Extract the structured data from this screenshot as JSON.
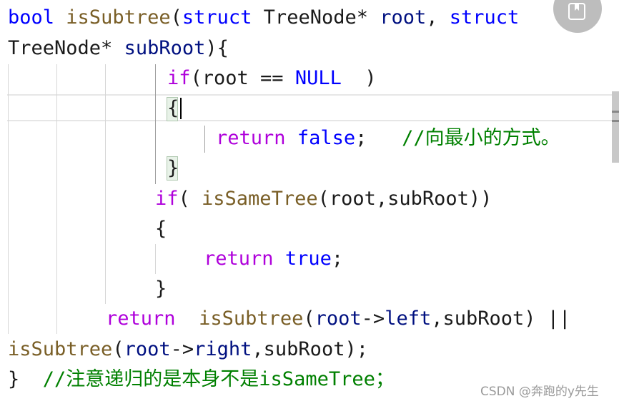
{
  "code": {
    "l1": {
      "t1": "bool",
      "t2": " ",
      "t3": "isSubtree",
      "t4": "(",
      "t5": "struct",
      "t6": " TreeNode* ",
      "t7": "root",
      "t8": ", ",
      "t9": "struct"
    },
    "l2": {
      "t1": "TreeNode* ",
      "t2": "subRoot",
      "t3": "){"
    },
    "l3": {
      "t1": "if",
      "t2": "(root == ",
      "t3": "NULL",
      "t4": "  )"
    },
    "l4": {
      "t1": "{"
    },
    "l5": {
      "t1": "return",
      "t2": " ",
      "t3": "false",
      "t4": ";   ",
      "t5": "//向最小的方式。"
    },
    "l6": {
      "t1": "}"
    },
    "l7": {
      "t1": "if",
      "t2": "( ",
      "t3": "isSameTree",
      "t4": "(root,subRoot))"
    },
    "l8": {
      "t1": "{"
    },
    "l9": {
      "t1": "return",
      "t2": " ",
      "t3": "true",
      "t4": ";"
    },
    "l10": {
      "t1": "}"
    },
    "l11": {
      "t1": "return",
      "t2": "  ",
      "t3": "isSubtree",
      "t4": "(",
      "t5": "root",
      "t6": "->",
      "t7": "left",
      "t8": ",subRoot) ||"
    },
    "l12": {
      "t1": "isSubtree",
      "t2": "(",
      "t3": "root",
      "t4": "->",
      "t5": "right",
      "t6": ",subRoot);"
    },
    "l13": {
      "t1": "}",
      "t2": "  ",
      "t3": "//注意递归的是本身不是",
      "t4": "isSameTree",
      "t5": "；"
    }
  },
  "overlay": {
    "bookmark_icon": "bookmark-icon"
  },
  "watermark": {
    "text": "CSDN @奔跑的y先生"
  },
  "colors": {
    "keyword": "#0000ff",
    "control": "#af00db",
    "function": "#795e26",
    "variable": "#001080",
    "comment": "#008000"
  }
}
